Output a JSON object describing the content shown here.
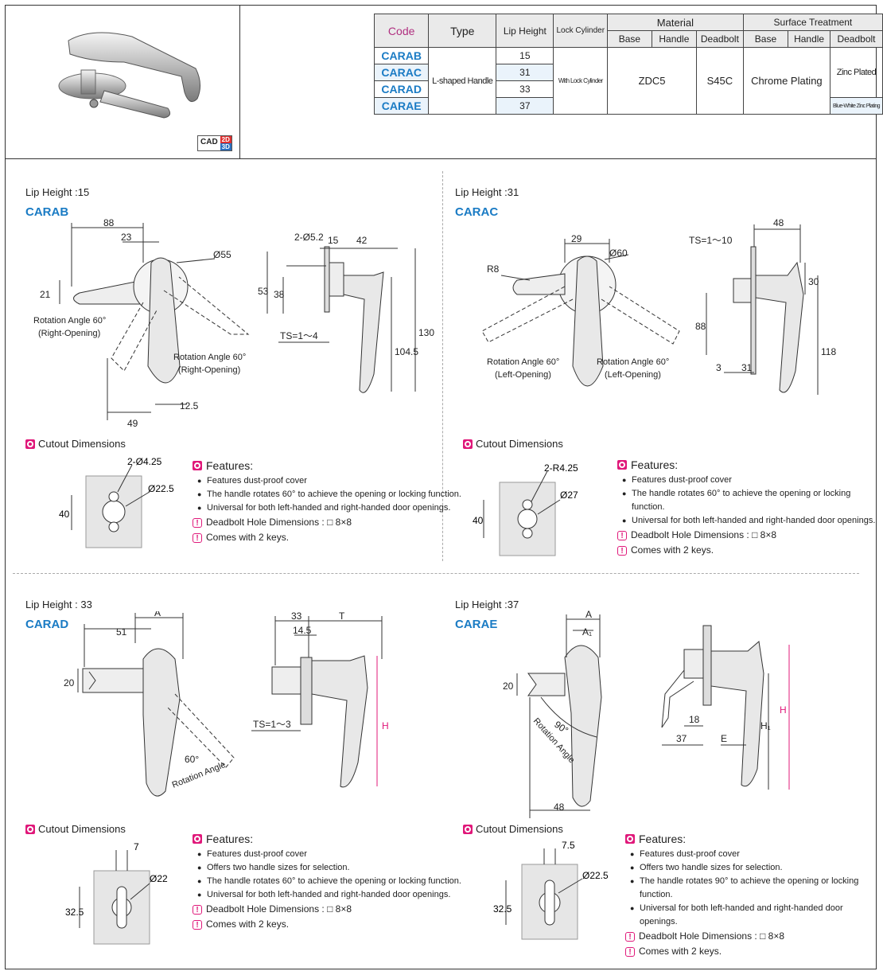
{
  "table": {
    "headers": {
      "code": "Code",
      "type": "Type",
      "lip_height": "Lip Height",
      "lock_cylinder": "Lock Cylinder",
      "material": "Material",
      "surface_treatment": "Surface Treatment",
      "base": "Base",
      "handle": "Handle",
      "deadbolt": "Deadbolt"
    },
    "rows": [
      {
        "code": "CARAB",
        "lip": "15"
      },
      {
        "code": "CARAC",
        "lip": "31"
      },
      {
        "code": "CARAD",
        "lip": "33"
      },
      {
        "code": "CARAE",
        "lip": "37"
      }
    ],
    "type_value": "L-shaped Handle",
    "lock_value": "With Lock Cylinder",
    "material_value": "ZDC5",
    "deadbolt_material": "S45C",
    "surface_value": "Chrome Plating",
    "deadbolt_surface_1": "Zinc Plated",
    "deadbolt_surface_2": "Blue-White Zinc Plating"
  },
  "cad": {
    "label": "CAD",
    "d2": "2D",
    "d3": "3D"
  },
  "sections": {
    "carab": {
      "lip": "Lip Height :15",
      "code": "CARAB",
      "dims": {
        "d88": "88",
        "d23": "23",
        "d55": "Ø55",
        "d21": "21",
        "d49": "49",
        "d12_5": "12.5",
        "d5_2": "2-Ø5.2",
        "d15": "15",
        "d42": "42",
        "d53": "53",
        "d38": "38",
        "ts": "TS=1～4",
        "d104_5": "104.5",
        "d130": "130"
      },
      "rot_left_1": "Rotation Angle 60°",
      "rot_left_2": "(Right-Opening)",
      "rot_right_1": "Rotation Angle 60°",
      "rot_right_2": "(Right-Opening)",
      "cut_title": "Cutout Dimensions",
      "cut": {
        "holes": "2-Ø4.25",
        "dia": "Ø22.5",
        "h": "40"
      },
      "features_title": "Features:",
      "features": [
        "Features dust-proof cover",
        "The handle rotates 60° to achieve the opening or locking function.",
        "Universal for both left-handed and right-handed door openings."
      ],
      "note1": "Deadbolt Hole Dimensions : □ 8×8",
      "note2": "Comes with 2 keys."
    },
    "carac": {
      "lip": "Lip Height :31",
      "code": "CARAC",
      "dims": {
        "d29": "29",
        "d60": "Ø60",
        "r8": "R8",
        "ts": "TS=1～10",
        "d48": "48",
        "d30": "30",
        "d88": "88",
        "d118": "118",
        "d3": "3",
        "d31": "31"
      },
      "rot_left_1": "Rotation Angle 60°",
      "rot_left_2": "(Left-Opening)",
      "rot_right_1": "Rotation Angle 60°",
      "rot_right_2": "(Left-Opening)",
      "cut_title": "Cutout Dimensions",
      "cut": {
        "holes": "2-R4.25",
        "dia": "Ø27",
        "h": "40"
      },
      "features_title": "Features:",
      "features": [
        "Features dust-proof cover",
        "The handle rotates 60° to achieve the opening or locking function.",
        "Universal for both left-handed and right-handed door openings."
      ],
      "note1": "Deadbolt Hole Dimensions : □ 8×8",
      "note2": "Comes with 2 keys."
    },
    "carad": {
      "lip": "Lip Height : 33",
      "code": "CARAD",
      "dims": {
        "a": "A",
        "d51": "51",
        "d20": "20",
        "d33": "33",
        "t": "T",
        "d14_5": "14.5",
        "ts": "TS=1～3",
        "h": "H"
      },
      "rot": "Rotation Angle",
      "rot_deg": "60°",
      "cut_title": "Cutout Dimensions",
      "cut": {
        "w": "7",
        "dia": "Ø22",
        "h": "32.5"
      },
      "features_title": "Features:",
      "features": [
        "Features dust-proof cover",
        "Offers two handle sizes for selection.",
        "The handle rotates 60° to achieve the opening or locking function.",
        "Universal for both left-handed and right-handed door openings."
      ],
      "note1": "Deadbolt Hole Dimensions : □ 8×8",
      "note2": "Comes with 2 keys."
    },
    "carae": {
      "lip": "Lip Height :37",
      "code": "CARAE",
      "dims": {
        "a": "A",
        "a1": "A₁",
        "d20": "20",
        "d48": "48",
        "d18": "18",
        "d37": "37",
        "e": "E",
        "h1": "H₁",
        "h": "H"
      },
      "rot": "Rotation Angle",
      "rot_deg": "90°",
      "cut_title": "Cutout Dimensions",
      "cut": {
        "w": "7.5",
        "dia": "Ø22.5",
        "h": "32.5"
      },
      "features_title": "Features:",
      "features": [
        "Features dust-proof cover",
        "Offers two handle sizes for selection.",
        "The handle rotates 90° to achieve the opening or locking function.",
        "Universal for both left-handed and right-handed door openings."
      ],
      "note1": "Deadbolt Hole Dimensions : □ 8×8",
      "note2": "Comes with 2 keys."
    }
  }
}
